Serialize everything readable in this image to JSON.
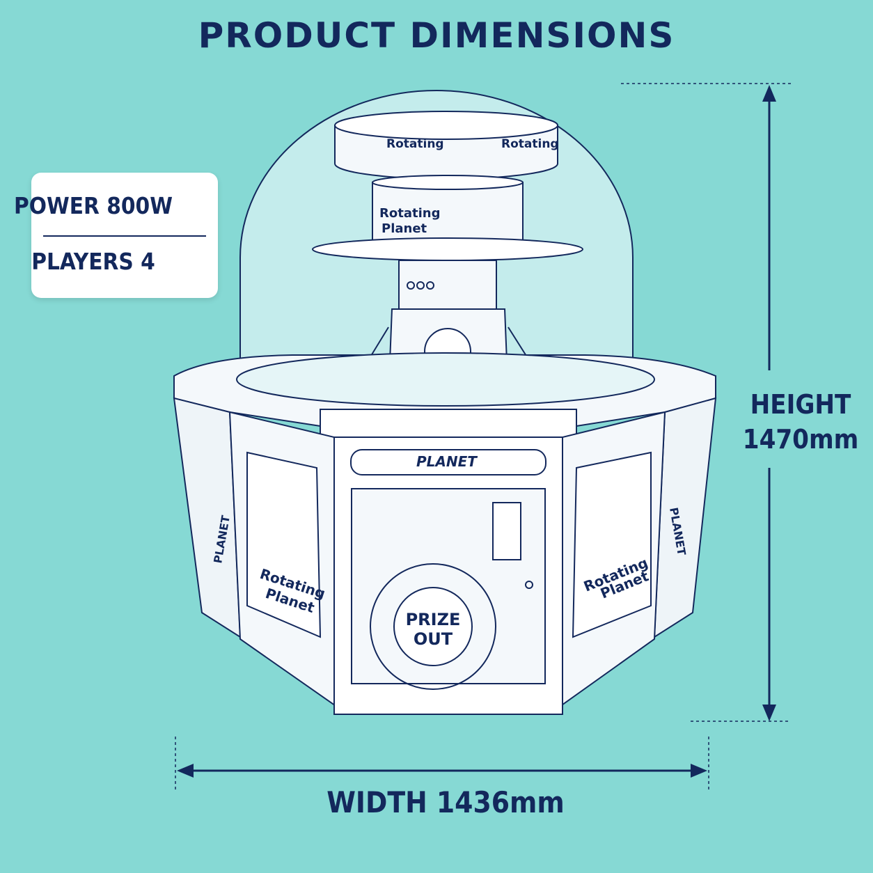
{
  "title": "PRODUCT DIMENSIONS",
  "specs": {
    "power": "POWER 800W",
    "players": "PLAYERS 4"
  },
  "dimensions": {
    "height_label": "HEIGHT",
    "height_value": "1470mm",
    "width": "WIDTH 1436mm"
  },
  "machine": {
    "name_plate": "PLANET",
    "prize_label_1": "PRIZE",
    "prize_label_2": "OUT",
    "brand_line_1": "Rotating",
    "brand_line_2": "Planet",
    "side_label": "PLANET"
  },
  "colors": {
    "background": "#86d9d4",
    "ink": "#13285c",
    "cabinet": "#f4f8fb",
    "dome": "#d8f1f4"
  }
}
